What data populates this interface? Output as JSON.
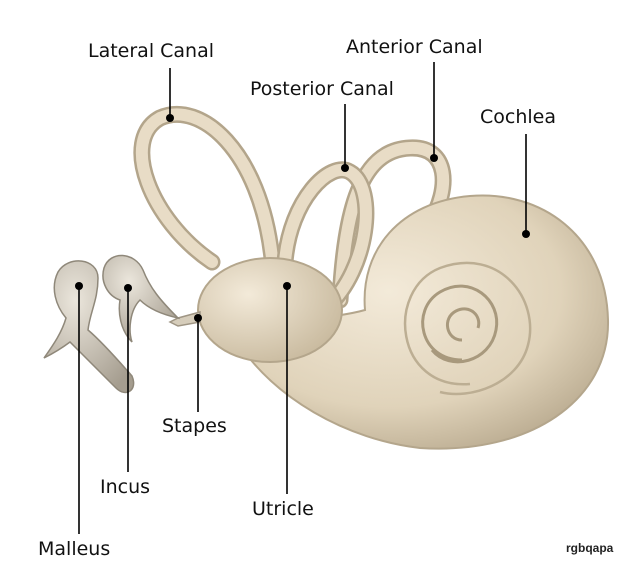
{
  "labels": {
    "lateral_canal": "Lateral Canal",
    "anterior_canal": "Anterior Canal",
    "posterior_canal": "Posterior Canal",
    "cochlea": "Cochlea",
    "stapes": "Stapes",
    "incus": "Incus",
    "utricle": "Utricle",
    "malleus": "Malleus"
  },
  "watermark": "rgbqapa",
  "colors": {
    "bone": "#e6dac4",
    "bone_shadow": "#b4a68c",
    "ossicle": "#cfc8ba",
    "leader": "#000000"
  }
}
